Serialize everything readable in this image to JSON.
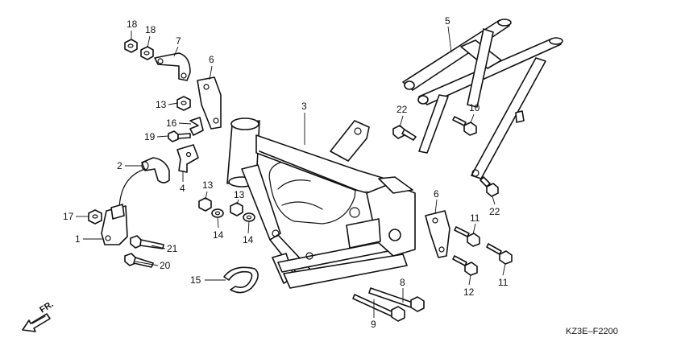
{
  "diagram": {
    "code": "KZ3E–F2200",
    "direction_label": "FR.",
    "callouts": {
      "c18a": "18",
      "c18b": "18",
      "c7": "7",
      "c6a": "6",
      "c13a": "13",
      "c16": "16",
      "c19": "19",
      "c2": "2",
      "c4": "4",
      "c3": "3",
      "c17": "17",
      "c1": "1",
      "c21": "21",
      "c20": "20",
      "c13b": "13",
      "c14a": "14",
      "c13c": "13",
      "c14b": "14",
      "c15": "15",
      "c5": "5",
      "c22a": "22",
      "c10": "10",
      "c22b": "22",
      "c6b": "6",
      "c11a": "11",
      "c12": "12",
      "c11b": "11",
      "c8": "8",
      "c9": "9"
    }
  }
}
